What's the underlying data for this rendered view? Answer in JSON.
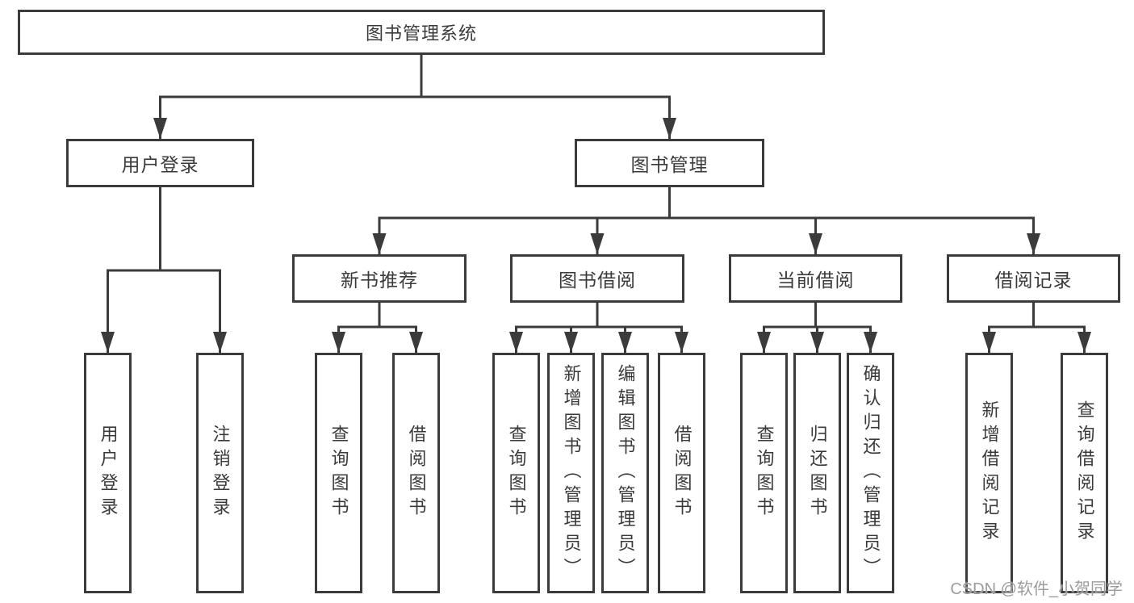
{
  "tree": {
    "label": "图书管理系统",
    "children": [
      {
        "label": "用户登录",
        "children": [
          {
            "label": "用户登录"
          },
          {
            "label": "注销登录"
          }
        ]
      },
      {
        "label": "图书管理",
        "children": [
          {
            "label": "新书推荐",
            "children": [
              {
                "label": "查询图书"
              },
              {
                "label": "借阅图书"
              }
            ]
          },
          {
            "label": "图书借阅",
            "children": [
              {
                "label": "查询图书"
              },
              {
                "label": "新增图书（管理员）"
              },
              {
                "label": "编辑图书（管理员）"
              },
              {
                "label": "借阅图书"
              }
            ]
          },
          {
            "label": "当前借阅",
            "children": [
              {
                "label": "查询图书"
              },
              {
                "label": "归还图书"
              },
              {
                "label": "确认归还（管理员）"
              }
            ]
          },
          {
            "label": "借阅记录",
            "children": [
              {
                "label": "新增借阅记录"
              },
              {
                "label": "查询借阅记录"
              }
            ]
          }
        ]
      }
    ]
  },
  "watermark": "CSDN @软件_小贺同学",
  "colors": {
    "line": "#3b3b3b",
    "text": "#3a3a3a",
    "box_background": "#ffffff",
    "watermark": "#9c9c9c",
    "background": "#ffffff"
  }
}
